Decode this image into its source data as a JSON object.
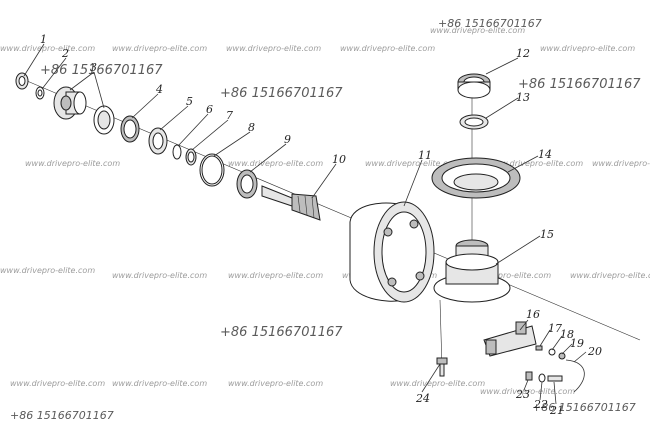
{
  "watermark": {
    "site": "www.drivepro-elite.com",
    "phone": "+86 15166701167"
  },
  "part_numbers": [
    "1",
    "2",
    "3",
    "4",
    "5",
    "6",
    "7",
    "8",
    "9",
    "10",
    "11",
    "12",
    "13",
    "14",
    "15",
    "16",
    "17",
    "18",
    "19",
    "20",
    "23",
    "22",
    "21",
    "24"
  ]
}
